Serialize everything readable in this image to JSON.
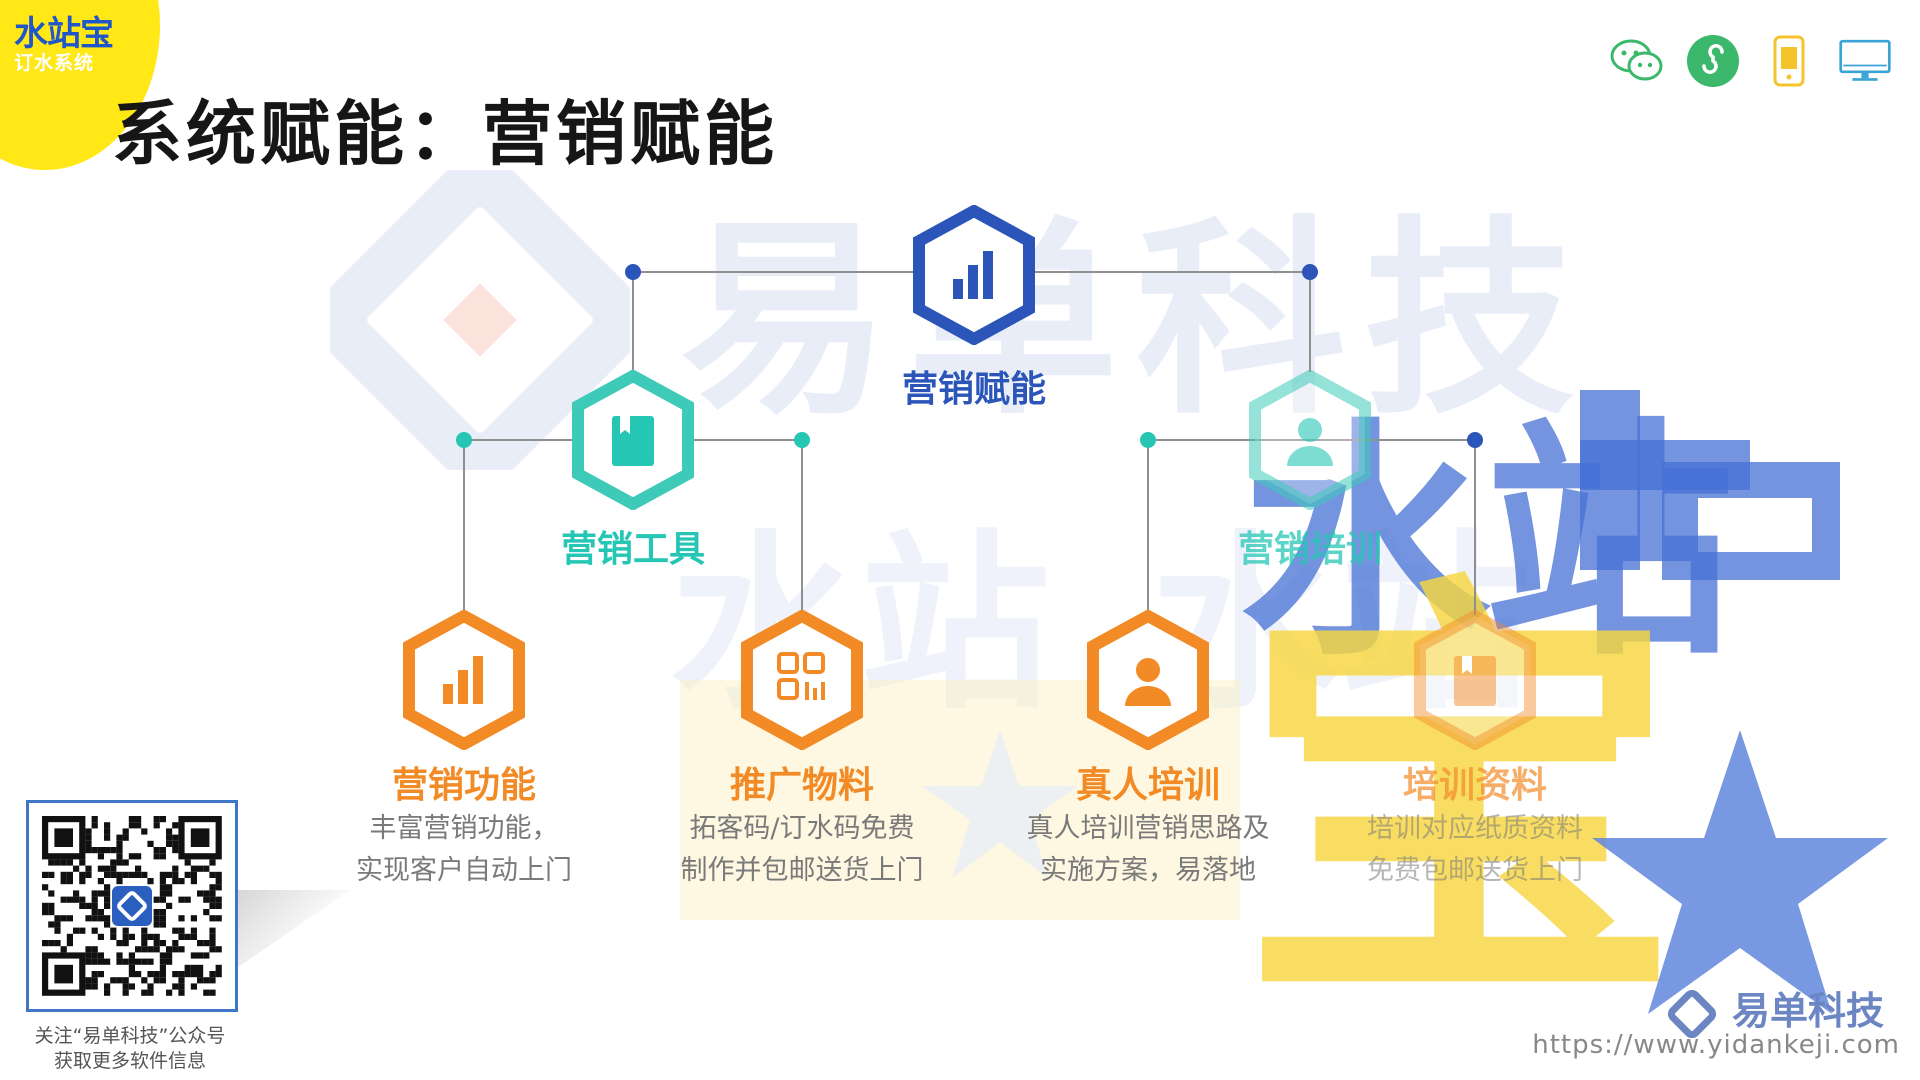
{
  "brand": {
    "name": "水站宝",
    "subtitle": "订水系统"
  },
  "page": {
    "title": "系统赋能：营销赋能"
  },
  "watermarks": {
    "company": "易单科技",
    "product_a": "水站",
    "product_b": "水站",
    "product_big": "水站",
    "product_big_bottom": "宝"
  },
  "colors": {
    "blue": "#2b55b8",
    "teal": "#26c6b4",
    "orange": "#f28a25",
    "yellow": "#f7d84a"
  },
  "icons": {
    "top": [
      "wechat-icon",
      "mini-program-icon",
      "mobile-icon",
      "desktop-icon"
    ]
  },
  "diagram": {
    "root": {
      "label": "营销赋能",
      "icon": "bar-chart-icon"
    },
    "mid": [
      {
        "label": "营销工具",
        "icon": "book-icon"
      },
      {
        "label": "营销培训",
        "icon": "person-icon"
      }
    ],
    "leaves": [
      {
        "label": "营销功能",
        "icon": "bar-chart-icon",
        "desc1": "丰富营销功能，",
        "desc2": "实现客户自动上门"
      },
      {
        "label": "推广物料",
        "icon": "qr-grid-icon",
        "desc1": "拓客码/订水码免费",
        "desc2": "制作并包邮送货上门"
      },
      {
        "label": "真人培训",
        "icon": "person-icon",
        "desc1": "真人培训营销思路及",
        "desc2": "实施方案，易落地"
      },
      {
        "label": "培训资料",
        "icon": "book-icon",
        "desc1": "培训对应纸质资料",
        "desc2": "免费包邮送货上门"
      }
    ]
  },
  "qr": {
    "caption1": "关注“易单科技”公众号",
    "caption2": "获取更多软件信息"
  },
  "footer": {
    "logo_text": "易单科技",
    "url": "https://www.yidankeji.com"
  }
}
